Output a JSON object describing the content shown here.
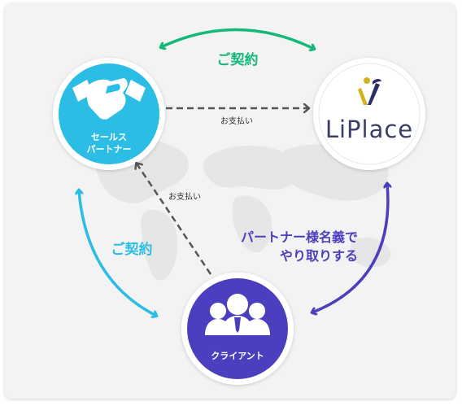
{
  "nodes": {
    "sales_partner": {
      "label_line1": "セールス",
      "label_line2": "パートナー"
    },
    "liplace": {
      "logo_text": "LiPlace"
    },
    "client": {
      "label": "クライアント"
    }
  },
  "edges": {
    "contract_top": "ご契約",
    "contract_left": "ご契約",
    "payment_top": "お支払い",
    "payment_left": "お支払い",
    "partner_name_line1": "パートナー様名義で",
    "partner_name_line2": "やり取りする"
  },
  "colors": {
    "green": "#14b97a",
    "cyan": "#2bbde4",
    "purple": "#4b3fbf",
    "logo_yellow": "#d6b21a",
    "logo_navy": "#2a2f6b",
    "logo_text": "#3a3f66",
    "dash": "#555555"
  }
}
